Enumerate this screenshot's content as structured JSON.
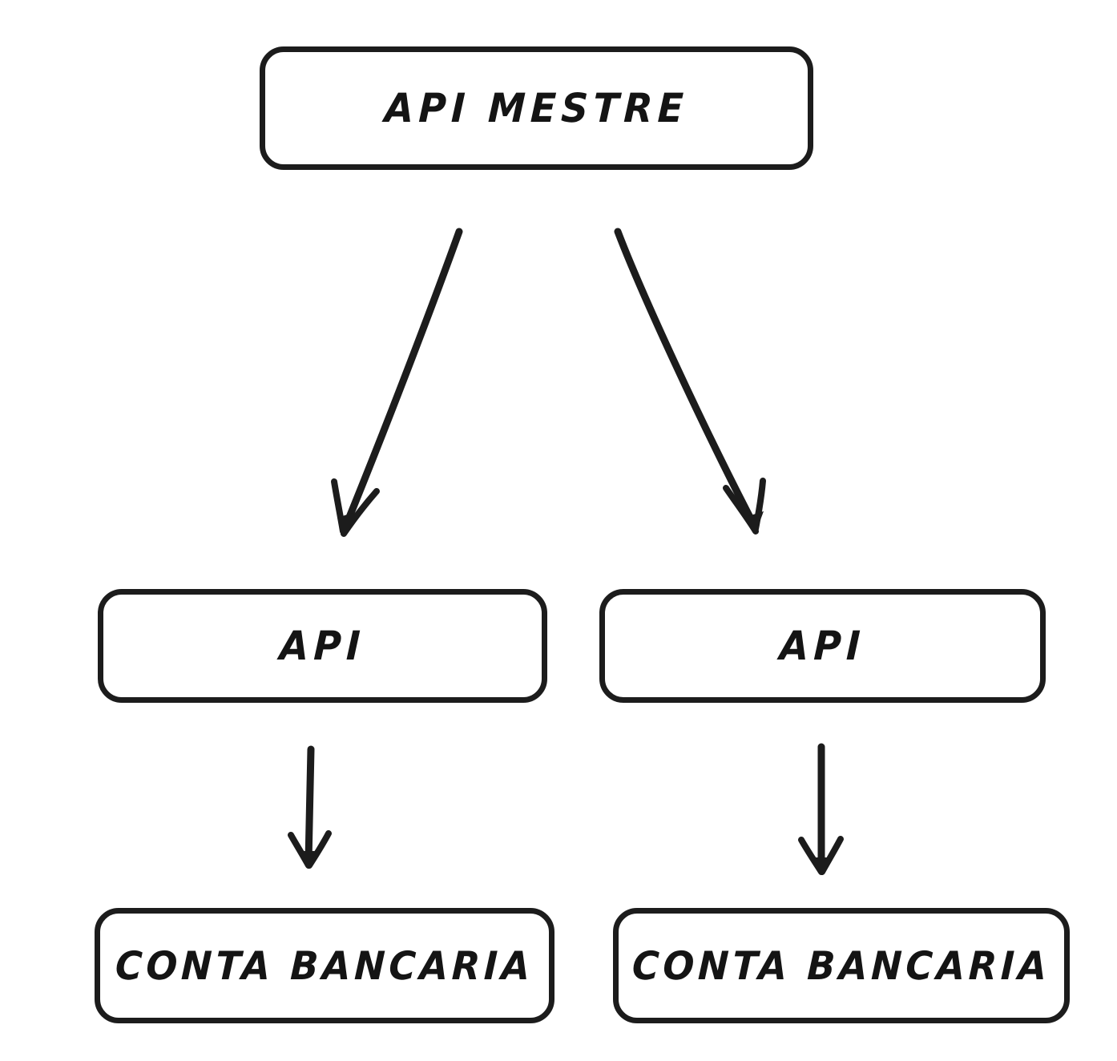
{
  "diagram": {
    "title": "API MESTRE hierarchy diagram",
    "style": "hand-drawn flowchart",
    "background_color": "#ffffff",
    "stroke_color": "#1c1c1c",
    "text_color": "#141414",
    "nodes": [
      {
        "id": "api-mestre",
        "label": "API MESTRE",
        "level": 0
      },
      {
        "id": "api-left",
        "label": "API",
        "level": 1
      },
      {
        "id": "api-right",
        "label": "API",
        "level": 1
      },
      {
        "id": "conta-left",
        "label": "CONTA BANCARIA",
        "level": 2
      },
      {
        "id": "conta-right",
        "label": "CONTA BANCARIA",
        "level": 2
      }
    ],
    "edges": [
      {
        "id": "edge-mestre-to-api-left",
        "from": "api-mestre",
        "to": "api-left",
        "kind": "diagonal-arrow"
      },
      {
        "id": "edge-mestre-to-api-right",
        "from": "api-mestre",
        "to": "api-right",
        "kind": "diagonal-arrow"
      },
      {
        "id": "edge-api-left-to-conta",
        "from": "api-left",
        "to": "conta-left",
        "kind": "vertical-arrow"
      },
      {
        "id": "edge-api-right-to-conta",
        "from": "api-right",
        "to": "conta-right",
        "kind": "vertical-arrow"
      }
    ]
  }
}
